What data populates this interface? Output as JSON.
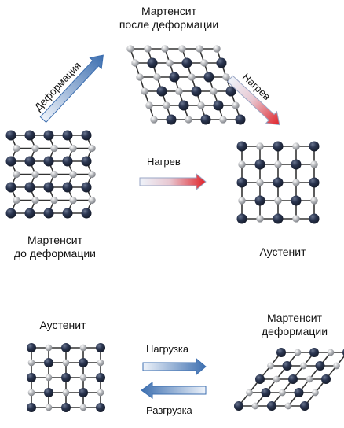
{
  "labels": {
    "martensite_after_line1": "Мартенсит",
    "martensite_after_line2": "после деформации",
    "martensite_before_line1": "Мартенсит",
    "martensite_before_line2": "до деформации",
    "austenite_top": "Аустенит",
    "austenite_bottom": "Аустенит",
    "martensite_bottom_line1": "Мартенсит",
    "martensite_bottom_line2": "деформации"
  },
  "arrows": {
    "deformation": "Деформация",
    "heating_diagonal": "Нагрев",
    "heating_horizontal": "Нагрев",
    "loading": "Нагрузка",
    "unloading": "Разгрузка"
  },
  "colors": {
    "dark_atom": "#1f2a40",
    "light_atom": "#a9abb0",
    "bond": "#333333",
    "arrow_blue": "#3d6fb0",
    "arrow_red": "#e0232a"
  }
}
